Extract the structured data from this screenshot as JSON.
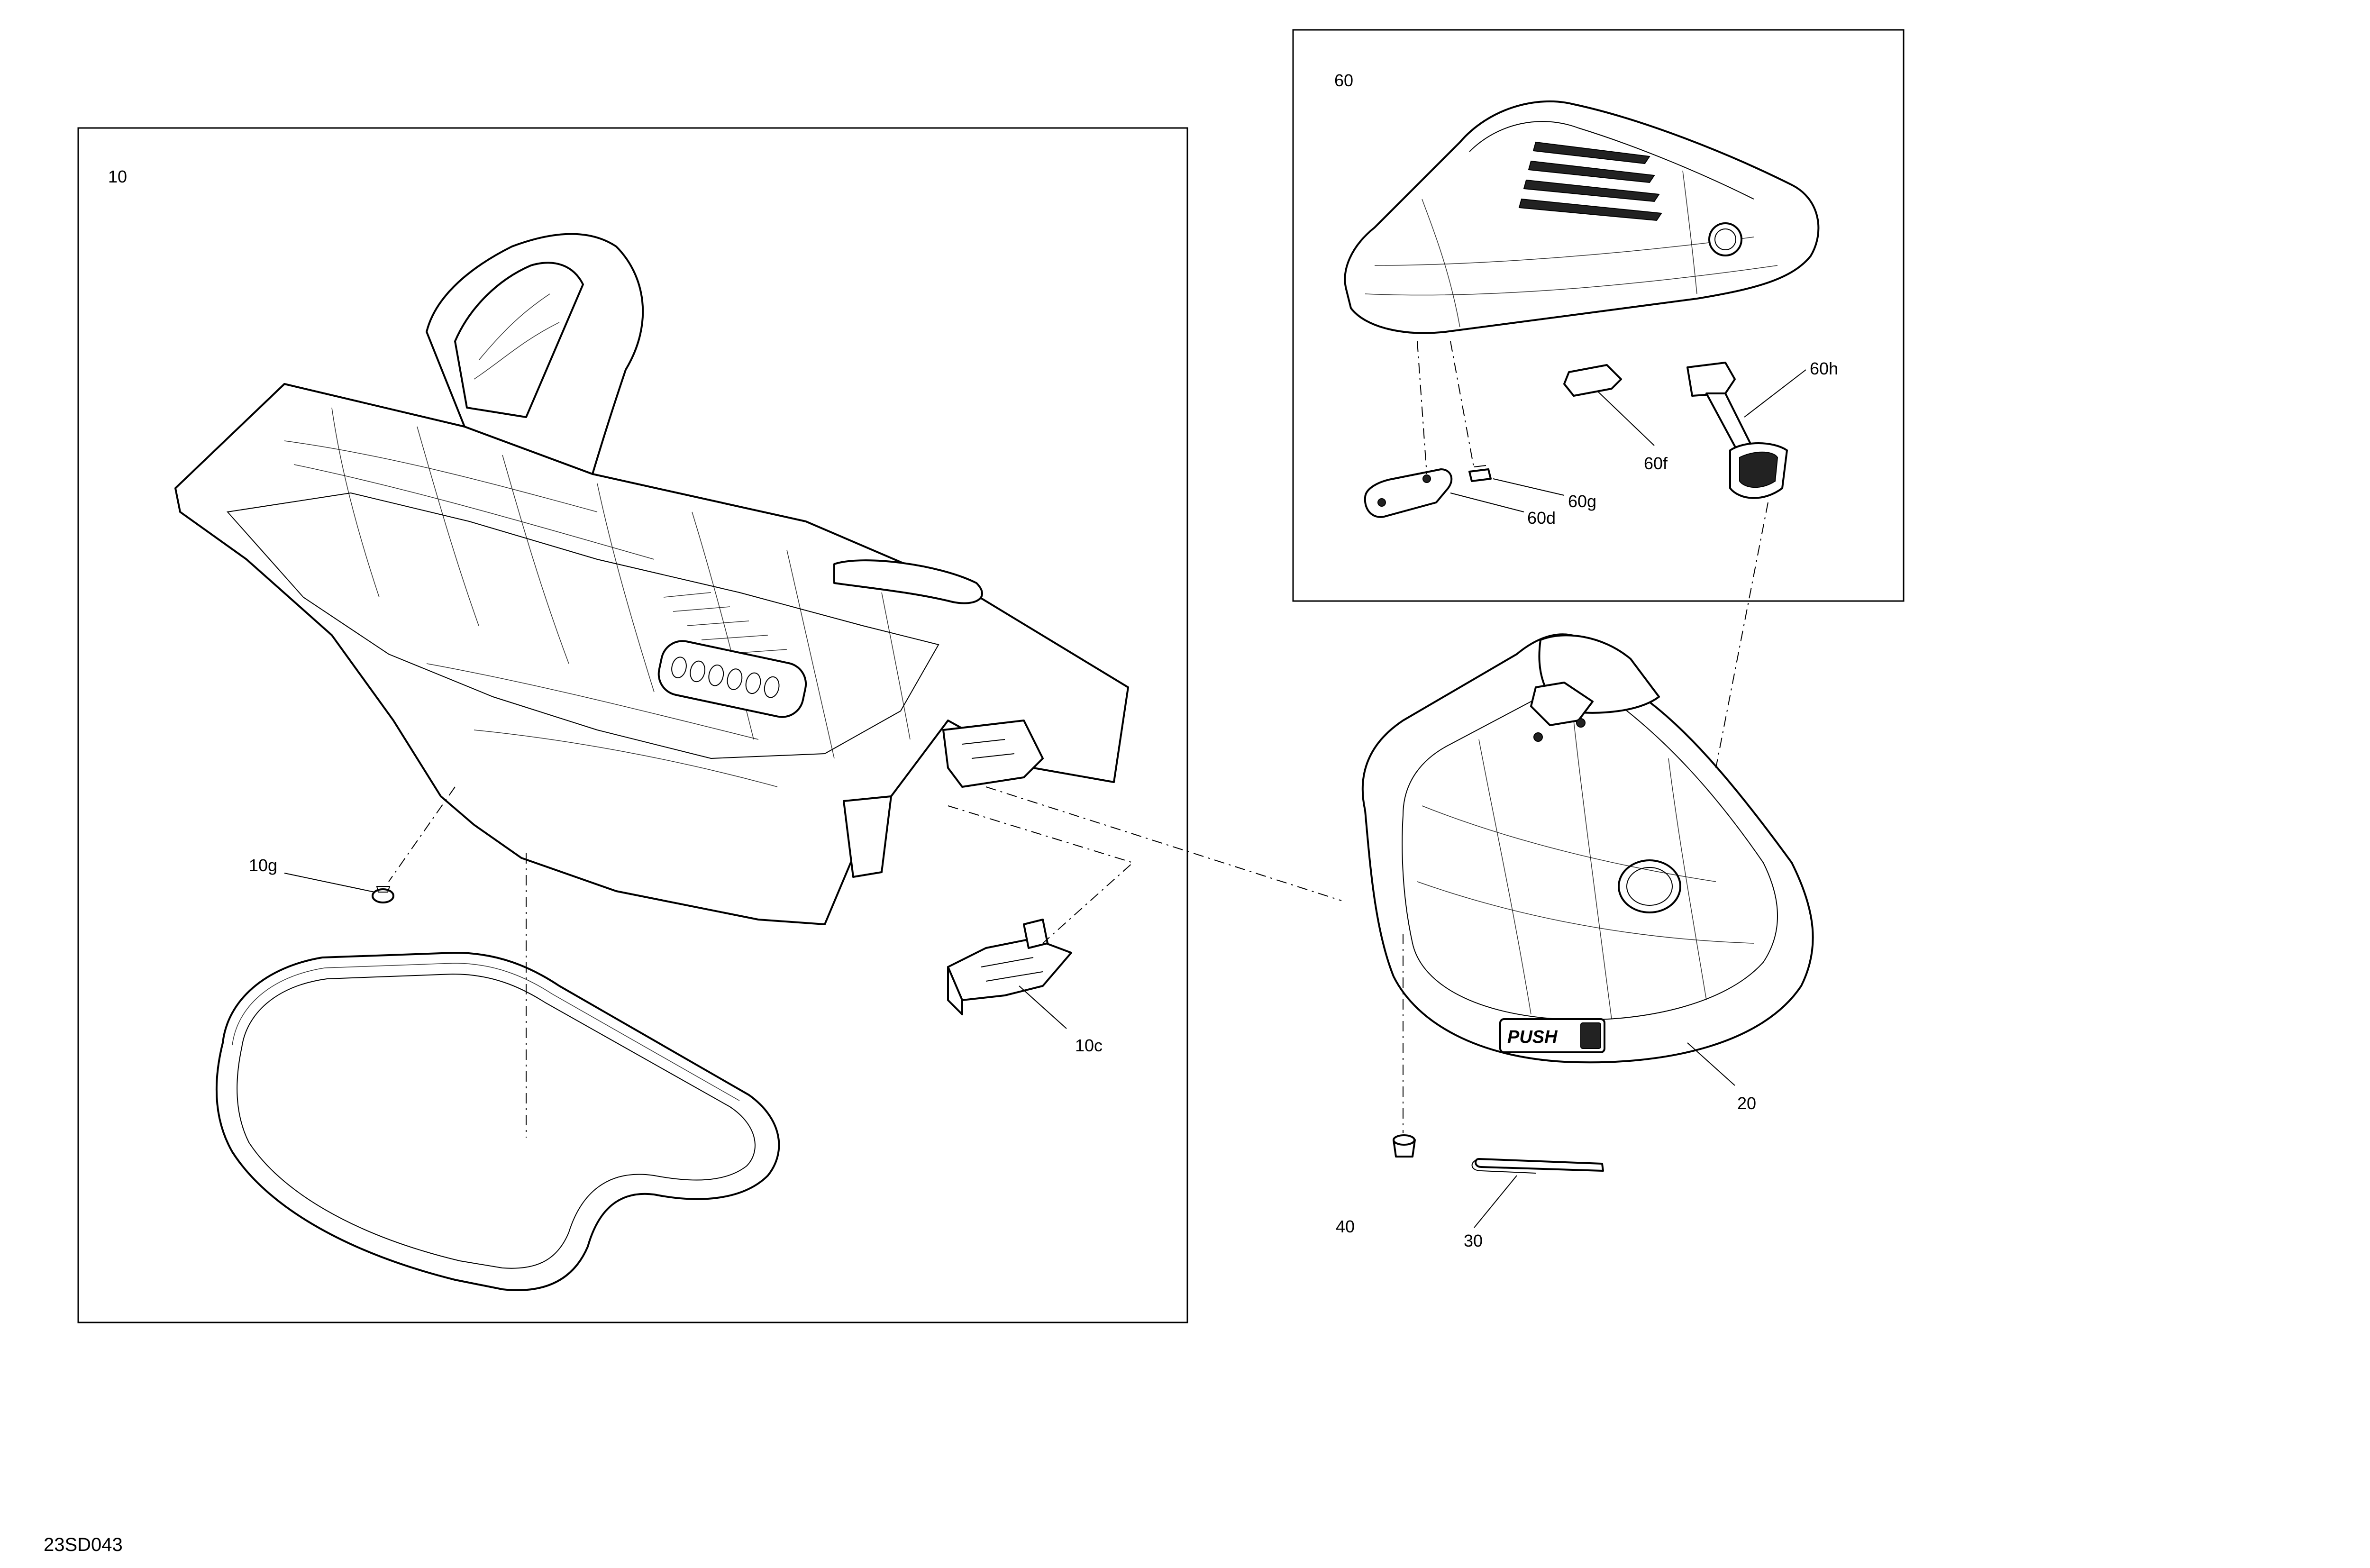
{
  "document_id": "23SD043",
  "groups": [
    {
      "key": "g10",
      "label": "10"
    },
    {
      "key": "g60",
      "label": "60"
    }
  ],
  "callouts": {
    "c10g": "10g",
    "c10c": "10c",
    "c20": "20",
    "c30": "30",
    "c40": "40",
    "c60d": "60d",
    "c60f": "60f",
    "c60g": "60g",
    "c60h": "60h"
  },
  "labels": {
    "push": "PUSH"
  }
}
